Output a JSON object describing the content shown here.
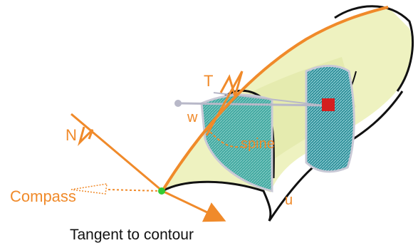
{
  "labels": {
    "t": "T",
    "w": "w",
    "n": "N",
    "spine": "spine",
    "compass": "Compass",
    "u": "u",
    "caption": "Tangent to contour"
  },
  "colors": {
    "orange": "#f08a2a",
    "surface_fill": "#eef2c0",
    "surface_stroke": "#111111",
    "plane_fill": "#3fa8a0",
    "plane_outline": "#c9c9d6",
    "red_point": "#d41f1f",
    "green_point": "#33cc33",
    "grey_axis": "#b8b8c8"
  },
  "icons": {
    "red_point": "square-point-icon",
    "green_point": "circle-point-icon"
  }
}
